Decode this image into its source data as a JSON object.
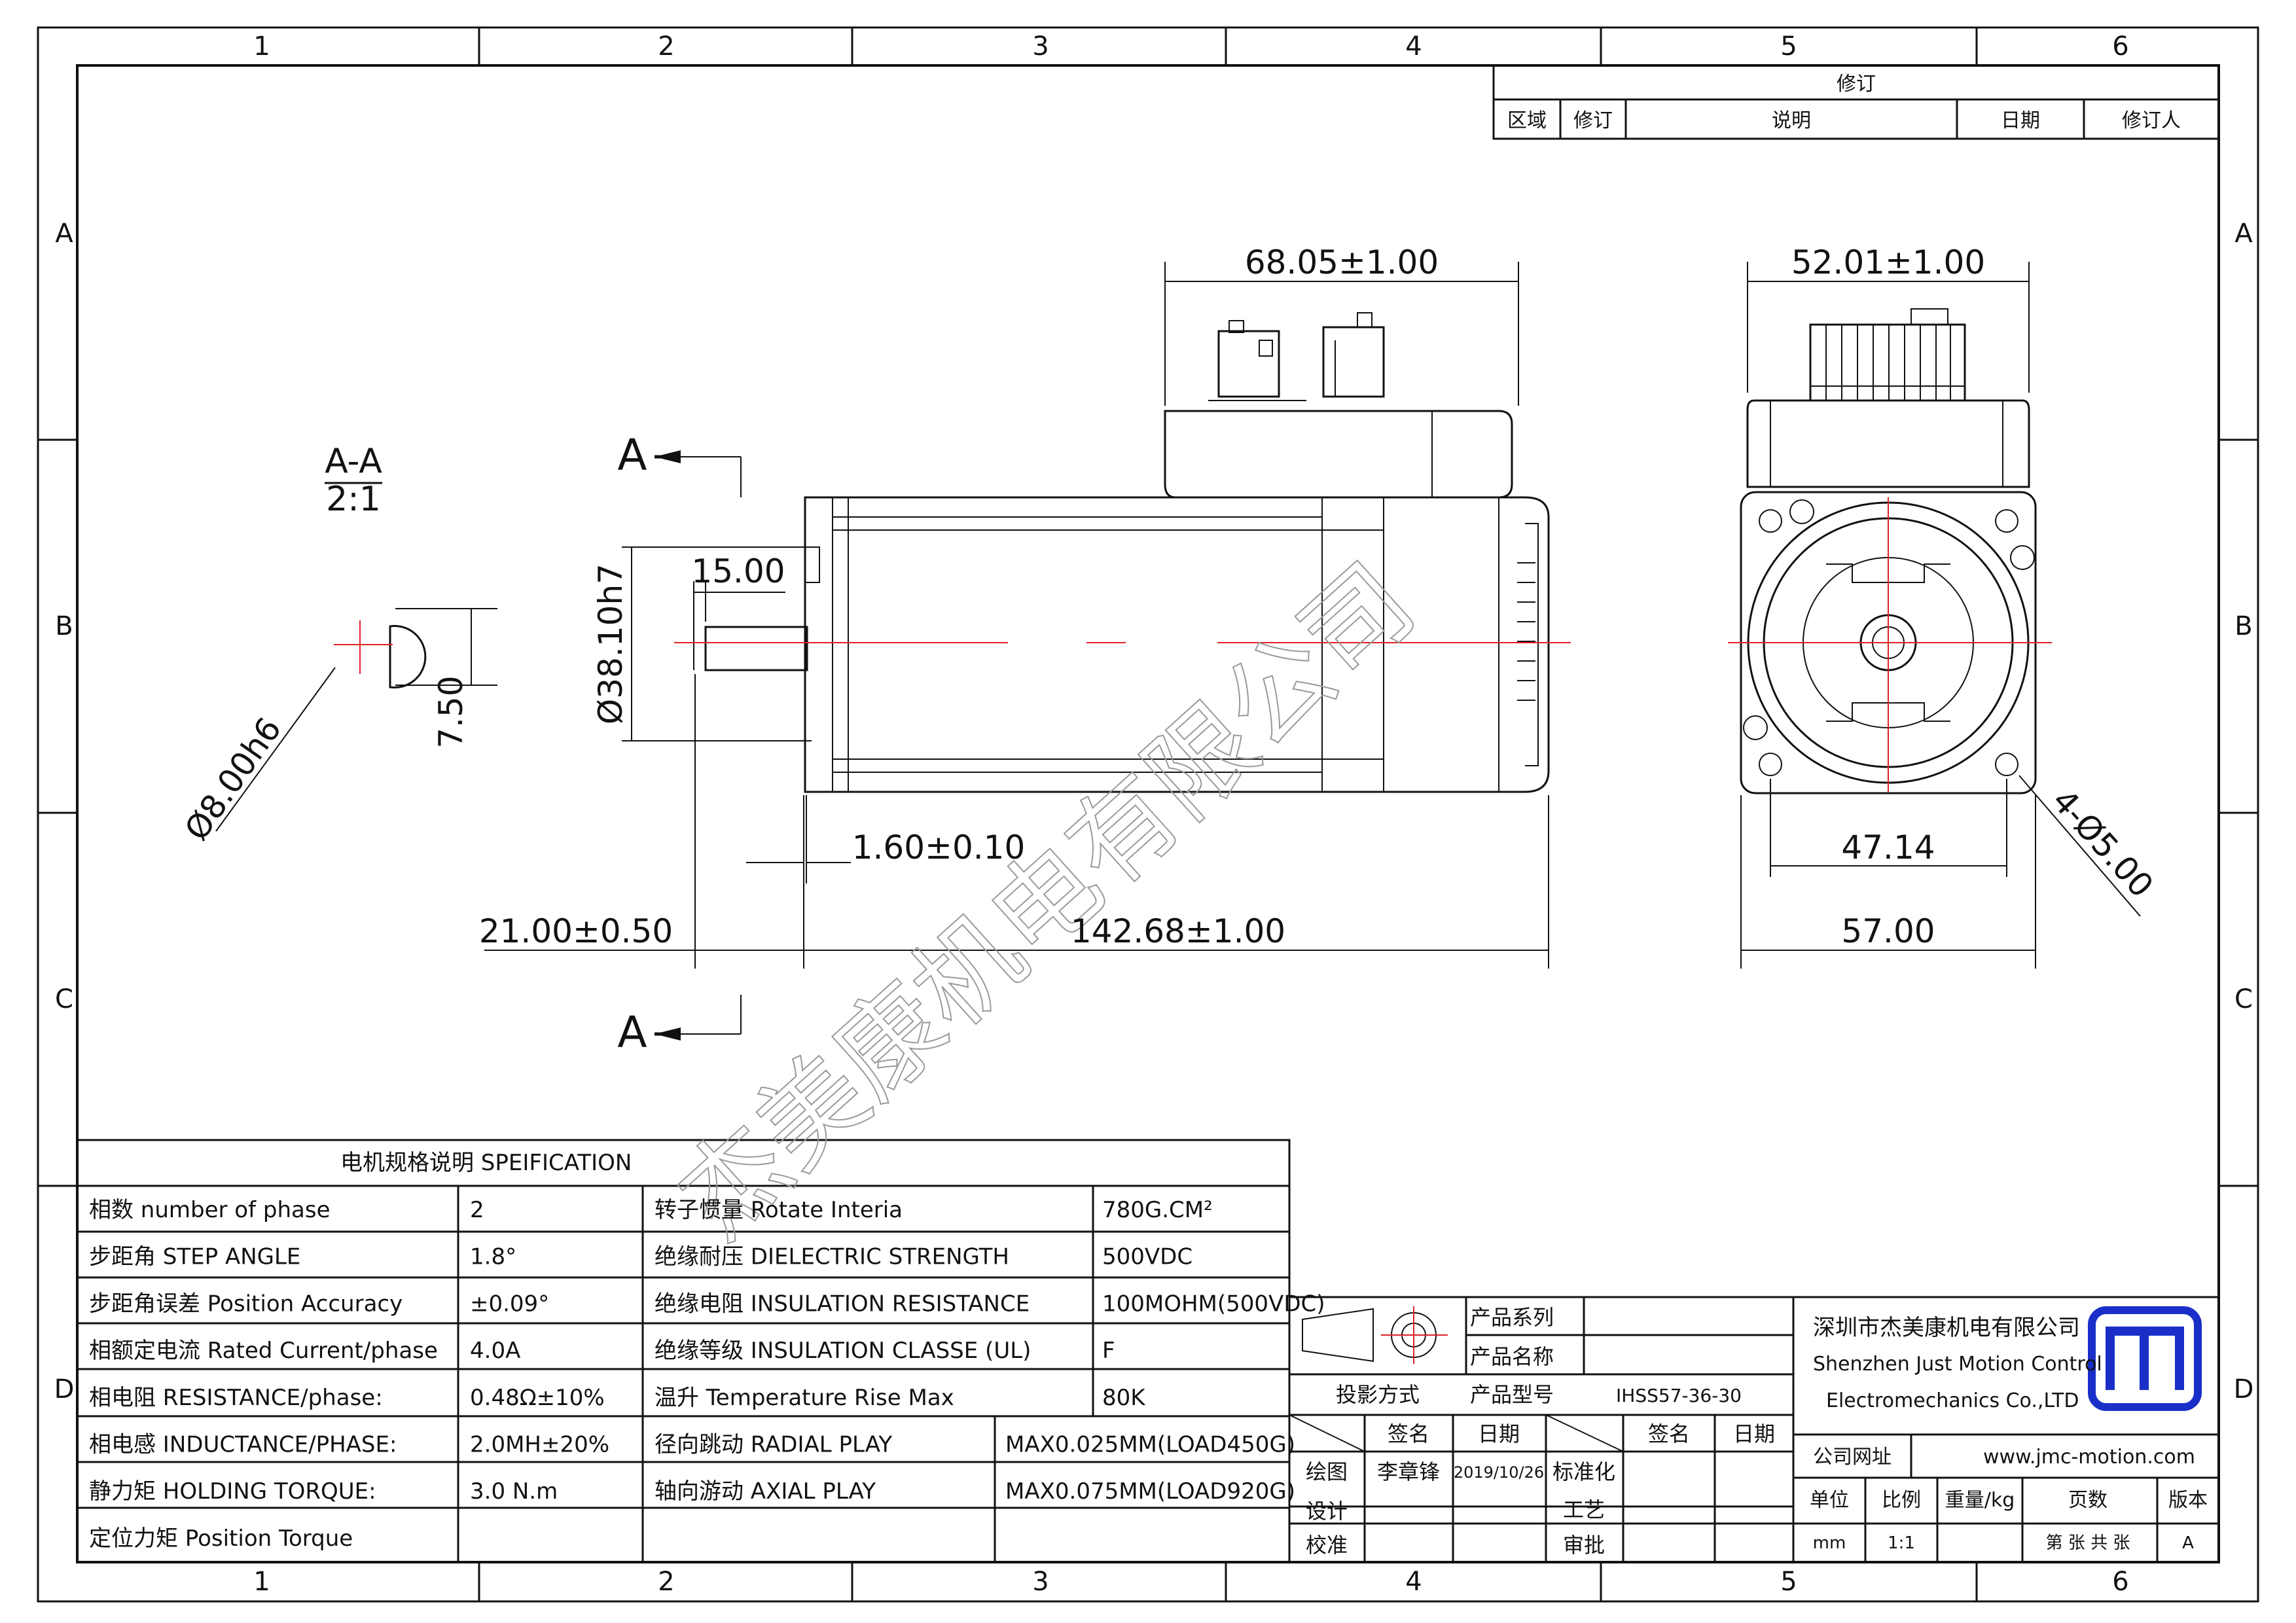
{
  "frame": {
    "col_labels": [
      "1",
      "2",
      "3",
      "4",
      "5",
      "6"
    ],
    "row_labels": [
      "A",
      "B",
      "C",
      "D"
    ]
  },
  "revision": {
    "title": "修订",
    "headers": [
      "区域",
      "修订",
      "说明",
      "日期",
      "修订人"
    ]
  },
  "views": {
    "section_title": "A-A",
    "section_scale": "2:1",
    "section_marker": "A"
  },
  "dimensions": {
    "top_width": "68.05±1.00",
    "end_width": "52.01±1.00",
    "shaft_step": "15.00",
    "shaft_dia": "Ø38.10h7",
    "flat_depth": "7.50",
    "shaft_section_dia": "Ø8.00h6",
    "flange_thickness": "1.60±0.10",
    "shaft_length": "21.00±0.50",
    "body_length": "142.68±1.00",
    "hole_spacing": "47.14",
    "flange_width": "57.00",
    "hole_dia": "4-Ø5.00"
  },
  "watermark": "杰美康机电有限公司",
  "spec": {
    "title": "电机规格说明 SPEIFICATION",
    "rows": [
      {
        "label": "相数 number of phase",
        "value": "2",
        "label2": "转子惯量 Rotate Interia",
        "value2": "780G.CM²"
      },
      {
        "label": "步距角 STEP ANGLE",
        "value": "1.8°",
        "label2": "绝缘耐压 DIELECTRIC STRENGTH",
        "value2": "500VDC"
      },
      {
        "label": "步距角误差 Position Accuracy",
        "value": "±0.09°",
        "label2": "绝缘电阻 INSULATION RESISTANCE",
        "value2": "100MOHM(500VDC)"
      },
      {
        "label": "相额定电流 Rated Current/phase",
        "value": "4.0A",
        "label2": "绝缘等级 INSULATION CLASSE (UL)",
        "value2": "F"
      },
      {
        "label": "相电阻 RESISTANCE/phase:",
        "value": "0.48Ω±10%",
        "label2": "温升 Temperature Rise Max",
        "value2": "80K"
      },
      {
        "label": "相电感 INDUCTANCE/PHASE:",
        "value": "2.0MH±20%",
        "label2": "径向跳动 RADIAL PLAY",
        "value2": "MAX0.025MM(LOAD450G)"
      },
      {
        "label": "静力矩 HOLDING TORQUE:",
        "value": "3.0 N.m",
        "label2": "轴向游动 AXIAL PLAY",
        "value2": "MAX0.075MM(LOAD920G)"
      },
      {
        "label": "定位力矩 Position Torque",
        "value": "",
        "label2": "",
        "value2": ""
      }
    ]
  },
  "title_block": {
    "product_series": "产品系列",
    "product_name": "产品名称",
    "projection": "投影方式",
    "model_label": "产品型号",
    "model_value": "IHSS57-36-30",
    "sign": "签名",
    "date": "日期",
    "draw": "绘图",
    "drawer": "李章锋",
    "draw_date": "2019/10/26",
    "standard": "标准化",
    "design": "设计",
    "process": "工艺",
    "check": "校准",
    "approve": "审批",
    "company_cn": "深圳市杰美康机电有限公司",
    "company_en1": "Shenzhen Just Motion Control",
    "company_en2": "Electromechanics Co.,LTD",
    "website_label": "公司网址",
    "website": "www.jmc-motion.com",
    "unit": "单位",
    "scale": "比例",
    "weight": "重量/kg",
    "pages": "页数",
    "version": "版本",
    "unit_value": "mm",
    "scale_value": "1:1",
    "pages_value": "第 张 共 张",
    "version_value": "A"
  },
  "colors": {
    "line": "#111111",
    "center": "#e0202a",
    "logo": "#1a2fc8"
  }
}
